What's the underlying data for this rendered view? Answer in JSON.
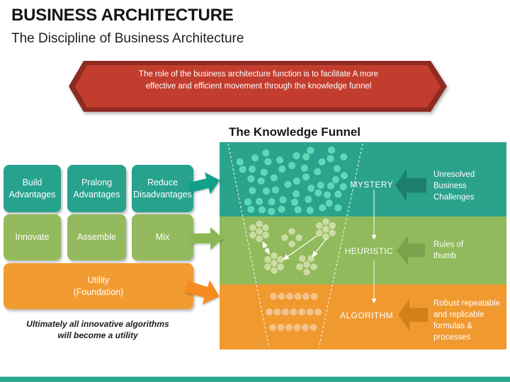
{
  "header": {
    "title": "BUSINESS ARCHITECTURE",
    "subtitle": "The Discipline of Business Architecture"
  },
  "banner": {
    "text": "The role of the business architecture function is to facilitate A more\neffective and efficient movement through the knowledge funnel",
    "fill_color": "#c33d2e",
    "border_color": "#8e2b22"
  },
  "funnel": {
    "title": "The Knowledge Funnel",
    "stages": [
      {
        "label": "MYSTERY",
        "annotation": "Unresolved\nBusiness\nChallenges",
        "band_color": "#2ba28c",
        "dot_color": "#5ed8b8",
        "arrow_color": "#1c7f6e"
      },
      {
        "label": "HEURISTIC",
        "annotation": "Rules of\nthumb",
        "band_color": "#90ba5c",
        "dot_color": "#ccdca3",
        "arrow_color": "#7aa24c"
      },
      {
        "label": "ALGORITHM",
        "annotation": "Robust repeatable\nand replicable\nformulas & processes",
        "band_color": "#f0992f",
        "dot_color": "#f4c38c",
        "arrow_color": "#d2801a"
      }
    ]
  },
  "matrix": {
    "rows": [
      {
        "color": "#26a28d",
        "arrow_color": "#12a089",
        "cells": [
          "Build\nAdvantages",
          "Pralong\nAdvantages",
          "Reduce\nDisadvantages"
        ]
      },
      {
        "color": "#93ba5d",
        "arrow_color": "#8cb755",
        "cells": [
          "Innovate",
          "Assemble",
          "Mix"
        ]
      },
      {
        "color": "#f29b31",
        "arrow_color": "#f68b1f",
        "cells": [
          "Utility\n(Foundation)"
        ]
      }
    ]
  },
  "caption": "Ultimately all innovative algorithms\nwill become a utility",
  "footer": {
    "bar_color": "#2aa590"
  }
}
